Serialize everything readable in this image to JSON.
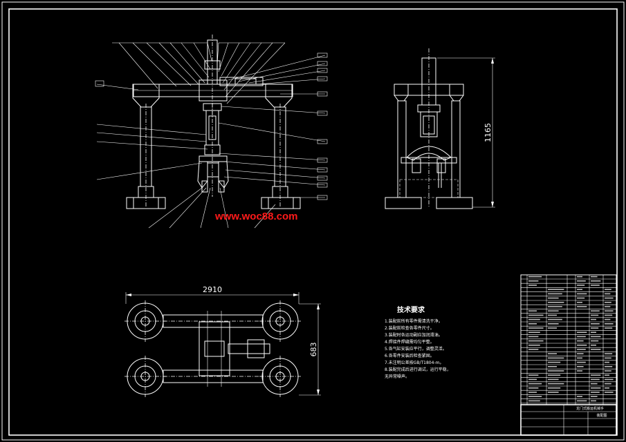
{
  "watermark": "www.woc88.com",
  "dimensions": {
    "plan_width": "2910",
    "plan_depth": "683",
    "side_height": "1165"
  },
  "tech_requirements": {
    "title": "技术要求",
    "items": [
      "1.装配前所有零件需清洗干净。",
      "2.装配前检查各零件尺寸。",
      "3.装配时各运动副应加润滑油。",
      "4.焊接件焊缝需均匀平整。",
      "5.各气缸安装应平行，调整灵活。",
      "6.各零件安装后检查紧固。",
      "7.未注明公差按GB/T1804-m。",
      "8.装配完成后进行调试，运行平稳，",
      "  无异常噪声。"
    ]
  },
  "title_block": {
    "product": "龙门式搬运机械手",
    "drawing": "装配图"
  },
  "colors": {
    "background": "#000000",
    "line": "#ffffff",
    "watermark": "#ff1a1a"
  }
}
